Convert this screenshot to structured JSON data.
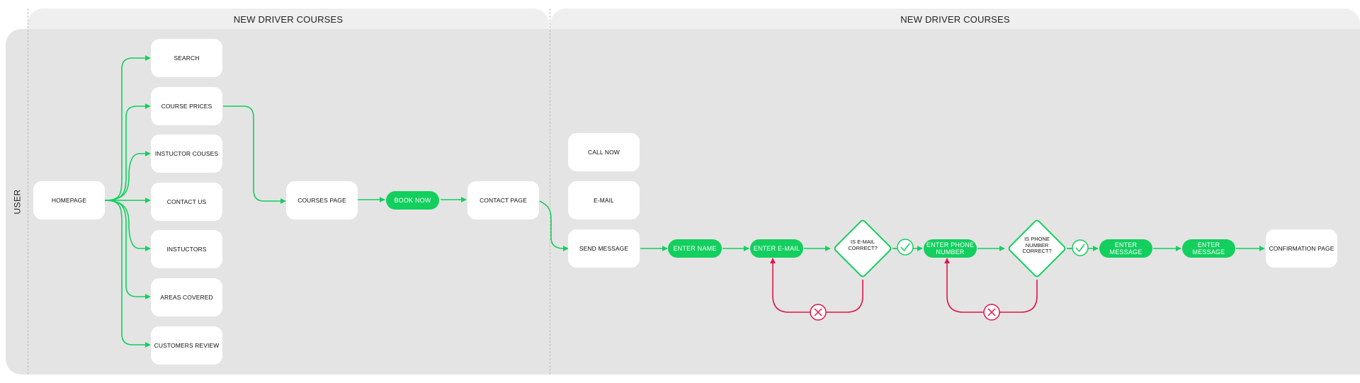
{
  "columns": [
    {
      "title": "NEW DRIVER COURSES"
    },
    {
      "title": "NEW DRIVER COURSES"
    }
  ],
  "lane": {
    "label": "USER"
  },
  "nodes": {
    "homepage": "HOMEPAGE",
    "search": "SEARCH",
    "course_prices": "COURSE PRICES",
    "instuctor_courses": "INSTUCTOR COUSES",
    "contact_us": "CONTACT US",
    "instuctors": "INSTUCTORS",
    "areas_covered": "AREAS COVERED",
    "customers_review": "CUSTOMERS REVIEW",
    "courses_page": "COURSES PAGE",
    "book_now": "BOOK NOW",
    "contact_page": "CONTACT PAGE",
    "call_now": "CALL NOW",
    "email": "E-MAIL",
    "send_message": "SEND MESSAGE",
    "enter_name": "ENTER NAME",
    "enter_email": "ENTER E-MAIL",
    "is_email_correct": "IS E-MAIL CORRECT?",
    "enter_phone": "ENTER PHONE NUMBER",
    "is_phone_correct": "IS PHONE NUMBER CORRECT?",
    "enter_message_1": "ENTER MESSAGE",
    "enter_message_2": "ENTER MESSAGE",
    "confirmation_page": "CONFIRMATION PAGE"
  },
  "colors": {
    "flow": "#12cf5e",
    "error": "#e0144c",
    "lane": "#e4e4e4",
    "header": "#efefef",
    "node": "#ffffff"
  },
  "icons": {
    "yes": "check-circle-icon",
    "no": "x-circle-icon"
  }
}
